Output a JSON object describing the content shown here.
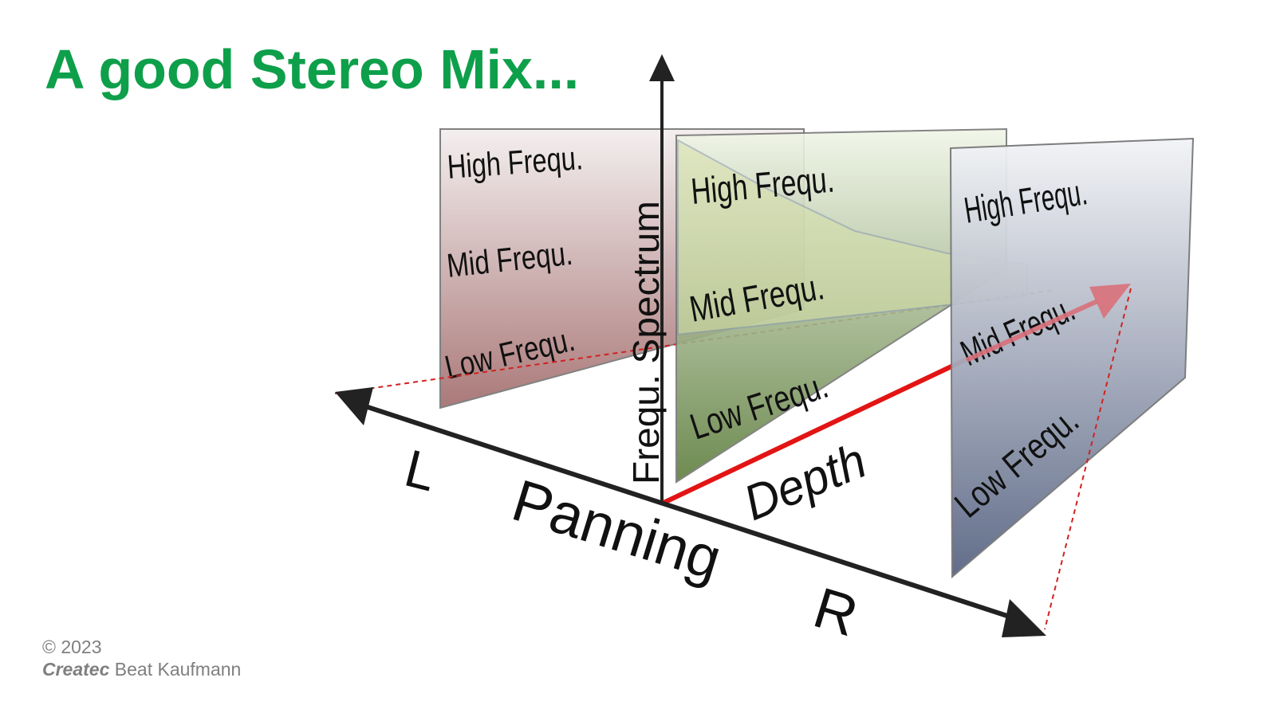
{
  "title": "A good Stereo Mix...",
  "axes": {
    "vertical_label": "Frequ. Spectrum",
    "horizontal_label": "Panning",
    "left_label": "L",
    "right_label": "R",
    "depth_label": "Depth"
  },
  "planes": [
    {
      "bands": [
        "High Frequ.",
        "Mid Frequ.",
        "Low Frequ."
      ],
      "gradient": [
        "#f3eeee",
        "#a46e6e"
      ]
    },
    {
      "bands": [
        "High Frequ.",
        "Mid Frequ.",
        "Low Frequ."
      ],
      "gradient": [
        "#f1f6e8",
        "#5e7e3e"
      ]
    },
    {
      "bands": [
        "High Frequ.",
        "Mid Frequ.",
        "Low Frequ."
      ],
      "gradient": [
        "#f3f4f7",
        "#5a6684"
      ]
    }
  ],
  "colors": {
    "title": "#0e9f4a",
    "axis": "#222222",
    "depth": "#e31414",
    "depth_arrow": "#d9707a",
    "dashed_guides": "#d42020"
  },
  "footer": {
    "copyright": "© 2023",
    "brand": "Createc",
    "author": " Beat Kaufmann"
  }
}
